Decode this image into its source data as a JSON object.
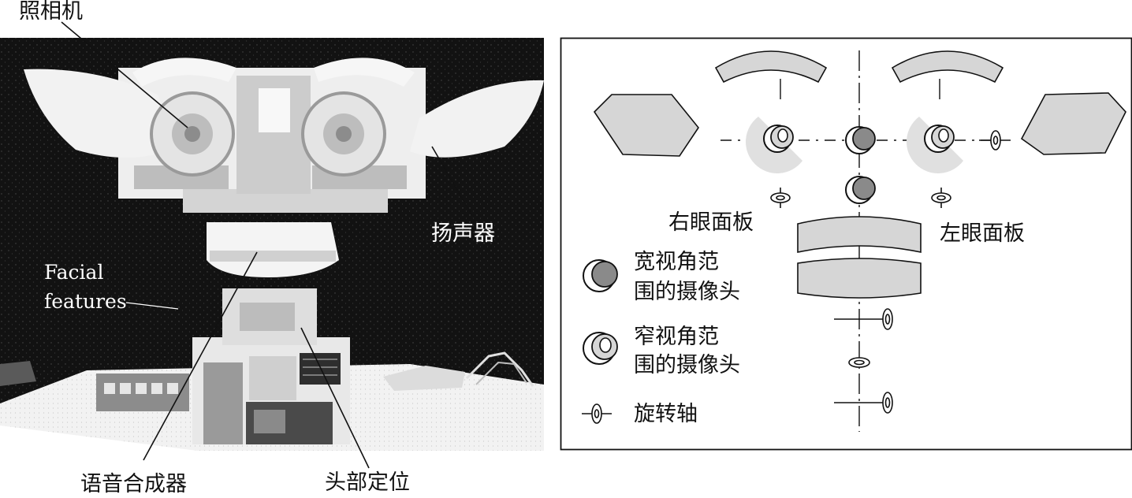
{
  "photo": {
    "labels": {
      "camera": "照相机",
      "speaker": "扬声器",
      "facial_line1": "Facial",
      "facial_line2": "features",
      "synth": "语音合成器",
      "head_pos": "头部定位"
    }
  },
  "schematic": {
    "right_panel": "右眼面板",
    "left_panel": "左眼面板",
    "legend": {
      "wide_line1": "宽视角范",
      "wide_line2": "围的摄像头",
      "narrow_line1": "窄视角范",
      "narrow_line2": "围的摄像头",
      "axis": "旋转轴"
    }
  },
  "colors": {
    "photo_bg": "#121212",
    "panel_fill": "#d6d6d6",
    "wide_cam_fill": "#8a8a8a",
    "fov_fill": "#e0e0e0"
  }
}
